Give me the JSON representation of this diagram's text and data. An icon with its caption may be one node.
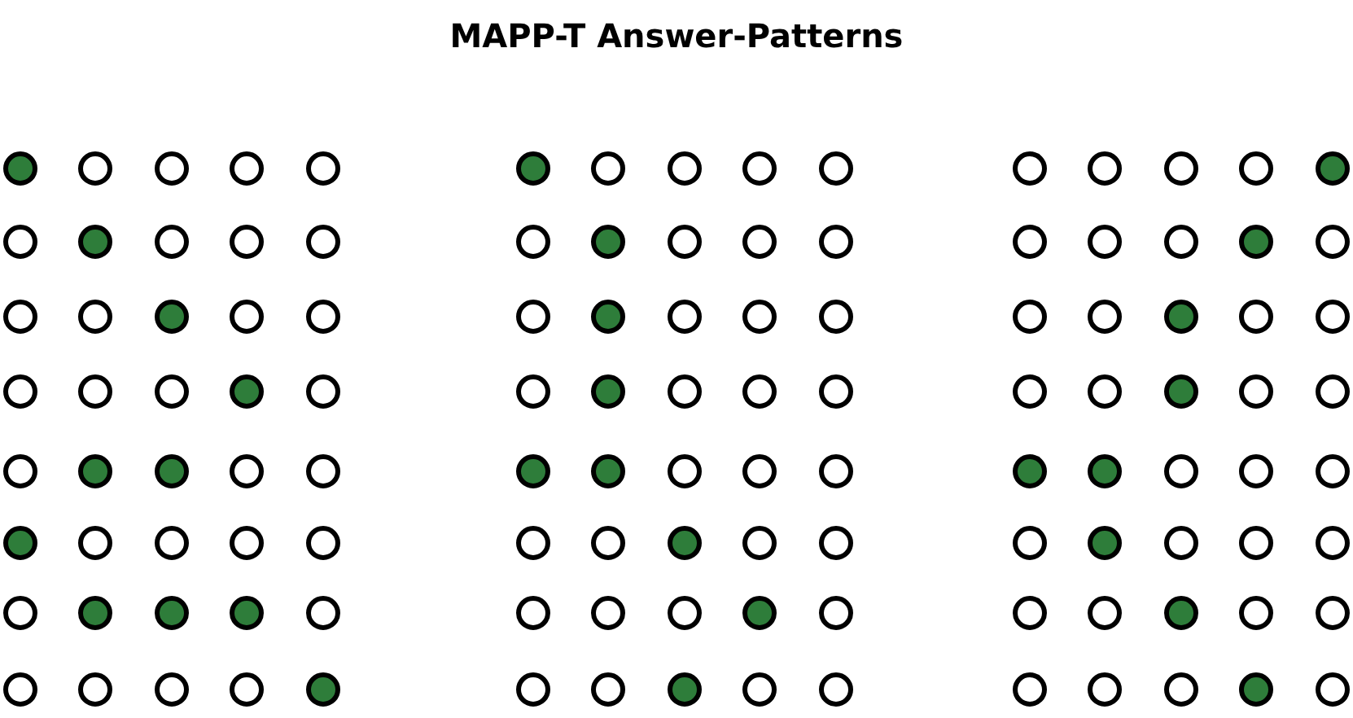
{
  "diagram": {
    "title": "MAPP-T Answer-Patterns",
    "nodes": [
      {
        "text": [],
        "shape": "dot"
      },
      {
        "text": [],
        "shape": "circle"
      },
      {
        "text": [],
        "shape": "circle"
      },
      {
        "text": [],
        "shape": "circle"
      },
      {
        "text": [],
        "shape": "circle"
      },
      {
        "text": [],
        "shape": "circle"
      },
      {
        "text": [],
        "shape": "dot"
      },
      {
        "text": [],
        "shape": "circle"
      },
      {
        "text": [],
        "shape": "circle"
      },
      {
        "text": [],
        "shape": "circle"
      },
      {
        "text": [],
        "shape": "circle"
      },
      {
        "text": [],
        "shape": "circle"
      },
      {
        "text": [],
        "shape": "dot"
      },
      {
        "text": [],
        "shape": "circle"
      },
      {
        "text": [],
        "shape": "circle"
      },
      {
        "text": [],
        "shape": "circle"
      },
      {
        "text": [],
        "shape": "circle"
      },
      {
        "text": [],
        "shape": "circle"
      },
      {
        "text": [],
        "shape": "dot"
      },
      {
        "text": [],
        "shape": "circle"
      },
      {
        "text": [],
        "shape": "circle"
      },
      {
        "text": [],
        "shape": "dot"
      },
      {
        "text": [],
        "shape": "dot"
      },
      {
        "text": [],
        "shape": "circle"
      },
      {
        "text": [],
        "shape": "circle"
      },
      {
        "text": [],
        "shape": "dot"
      },
      {
        "text": [],
        "shape": "circle"
      },
      {
        "text": [],
        "shape": "circle"
      },
      {
        "text": [],
        "shape": "circle"
      },
      {
        "text": [],
        "shape": "circle"
      },
      {
        "text": [],
        "shape": "circle"
      },
      {
        "text": [],
        "shape": "dot"
      },
      {
        "text": [],
        "shape": "dot"
      },
      {
        "text": [],
        "shape": "dot"
      },
      {
        "text": [],
        "shape": "circle"
      },
      {
        "text": [],
        "shape": "circle"
      },
      {
        "text": [],
        "shape": "circle"
      },
      {
        "text": [],
        "shape": "circle"
      },
      {
        "text": [],
        "shape": "circle"
      },
      {
        "text": [],
        "shape": "dot"
      },
      {
        "text": [],
        "shape": "dot"
      },
      {
        "text": [],
        "shape": "circle"
      },
      {
        "text": [],
        "shape": "circle"
      },
      {
        "text": [],
        "shape": "circle"
      },
      {
        "text": [],
        "shape": "circle"
      },
      {
        "text": [],
        "shape": "circle"
      },
      {
        "text": [],
        "shape": "dot"
      },
      {
        "text": [],
        "shape": "circle"
      },
      {
        "text": [],
        "shape": "circle"
      },
      {
        "text": [],
        "shape": "circle"
      },
      {
        "text": [],
        "shape": "circle"
      },
      {
        "text": [],
        "shape": "dot"
      },
      {
        "text": [],
        "shape": "circle"
      },
      {
        "text": [],
        "shape": "circle"
      },
      {
        "text": [],
        "shape": "circle"
      },
      {
        "text": [],
        "shape": "circle"
      },
      {
        "text": [],
        "shape": "dot"
      },
      {
        "text": [],
        "shape": "circle"
      },
      {
        "text": [],
        "shape": "circle"
      },
      {
        "text": [],
        "shape": "circle"
      },
      {
        "text": [],
        "shape": "dot"
      },
      {
        "text": [],
        "shape": "dot"
      },
      {
        "text": [],
        "shape": "circle"
      },
      {
        "text": [],
        "shape": "circle"
      },
      {
        "text": [],
        "shape": "circle"
      },
      {
        "text": [],
        "shape": "circle"
      },
      {
        "text": [],
        "shape": "circle"
      },
      {
        "text": [],
        "shape": "dot"
      },
      {
        "text": [],
        "shape": "circle"
      },
      {
        "text": [],
        "shape": "circle"
      },
      {
        "text": [],
        "shape": "circle"
      },
      {
        "text": [],
        "shape": "circle"
      },
      {
        "text": [],
        "shape": "circle"
      },
      {
        "text": [],
        "shape": "dot"
      },
      {
        "text": [],
        "shape": "circle"
      },
      {
        "text": [],
        "shape": "circle"
      },
      {
        "text": [],
        "shape": "circle"
      },
      {
        "text": [],
        "shape": "dot"
      },
      {
        "text": [],
        "shape": "circle"
      },
      {
        "text": [],
        "shape": "circle"
      },
      {
        "text": [],
        "shape": "circle"
      },
      {
        "text": [],
        "shape": "circle"
      },
      {
        "text": [],
        "shape": "circle"
      },
      {
        "text": [],
        "shape": "circle"
      },
      {
        "text": [],
        "shape": "dot"
      },
      {
        "text": [],
        "shape": "circle"
      },
      {
        "text": [],
        "shape": "circle"
      },
      {
        "text": [],
        "shape": "circle"
      },
      {
        "text": [],
        "shape": "dot"
      },
      {
        "text": [],
        "shape": "circle"
      },
      {
        "text": [],
        "shape": "circle"
      },
      {
        "text": [],
        "shape": "circle"
      },
      {
        "text": [],
        "shape": "dot"
      },
      {
        "text": [],
        "shape": "circle"
      },
      {
        "text": [],
        "shape": "circle"
      },
      {
        "text": [],
        "shape": "circle"
      },
      {
        "text": [],
        "shape": "circle"
      },
      {
        "text": [],
        "shape": "dot"
      },
      {
        "text": [],
        "shape": "circle"
      },
      {
        "text": [],
        "shape": "circle"
      },
      {
        "text": [],
        "shape": "dot"
      },
      {
        "text": [],
        "shape": "dot"
      },
      {
        "text": [],
        "shape": "circle"
      },
      {
        "text": [],
        "shape": "circle"
      },
      {
        "text": [],
        "shape": "circle"
      },
      {
        "text": [],
        "shape": "circle"
      },
      {
        "text": [],
        "shape": "dot"
      },
      {
        "text": [],
        "shape": "circle"
      },
      {
        "text": [],
        "shape": "circle"
      },
      {
        "text": [],
        "shape": "circle"
      },
      {
        "text": [],
        "shape": "circle"
      },
      {
        "text": [],
        "shape": "circle"
      },
      {
        "text": [],
        "shape": "dot"
      },
      {
        "text": [],
        "shape": "circle"
      },
      {
        "text": [],
        "shape": "circle"
      },
      {
        "text": [],
        "shape": "circle"
      },
      {
        "text": [],
        "shape": "circle"
      },
      {
        "text": [],
        "shape": "circle"
      },
      {
        "text": [],
        "shape": "dot"
      },
      {
        "text": [],
        "shape": "circle"
      }
    ]
  }
}
